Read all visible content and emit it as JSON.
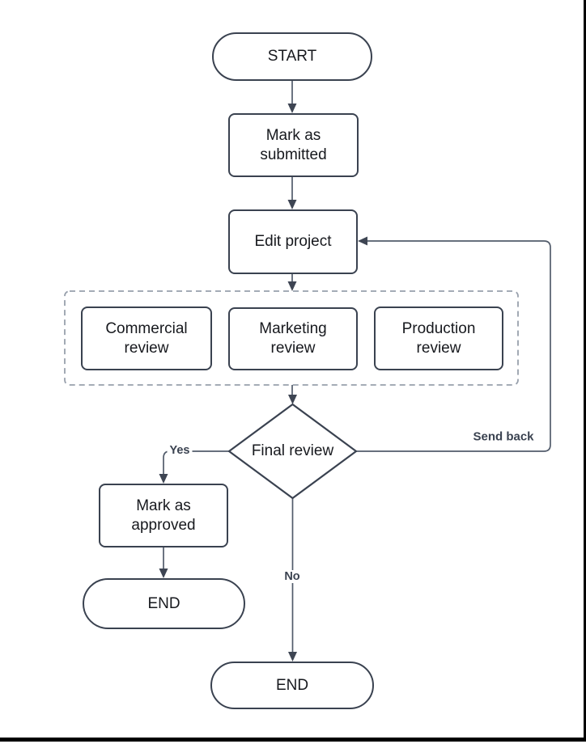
{
  "diagram": {
    "type": "flowchart",
    "nodes": {
      "start": "START",
      "mark_submitted": "Mark as submitted",
      "edit_project": "Edit project",
      "commercial_review": "Commercial review",
      "marketing_review": "Marketing review",
      "production_review": "Production review",
      "final_review": "Final review",
      "mark_approved": "Mark as approved",
      "end_left": "END",
      "end_bottom": "END"
    },
    "edge_labels": {
      "yes": "Yes",
      "no": "No",
      "send_back": "Send back"
    },
    "edges": [
      {
        "from": "start",
        "to": "mark_submitted",
        "label": ""
      },
      {
        "from": "mark_submitted",
        "to": "edit_project",
        "label": ""
      },
      {
        "from": "edit_project",
        "to": "review_group",
        "label": ""
      },
      {
        "from": "review_group",
        "to": "final_review",
        "label": ""
      },
      {
        "from": "final_review",
        "to": "mark_approved",
        "label": "Yes"
      },
      {
        "from": "mark_approved",
        "to": "end_left",
        "label": ""
      },
      {
        "from": "final_review",
        "to": "end_bottom",
        "label": "No"
      },
      {
        "from": "final_review",
        "to": "edit_project",
        "label": "Send back"
      }
    ],
    "colors": {
      "shape_border": "#3a4250",
      "connector": "#525c6b",
      "arrowhead": "#3e4553",
      "dashed_border": "#98a0ac",
      "node_text": "#17191e",
      "edge_label_text": "#3a4250",
      "background": "#ffffff",
      "frame_border": "#000000"
    }
  }
}
